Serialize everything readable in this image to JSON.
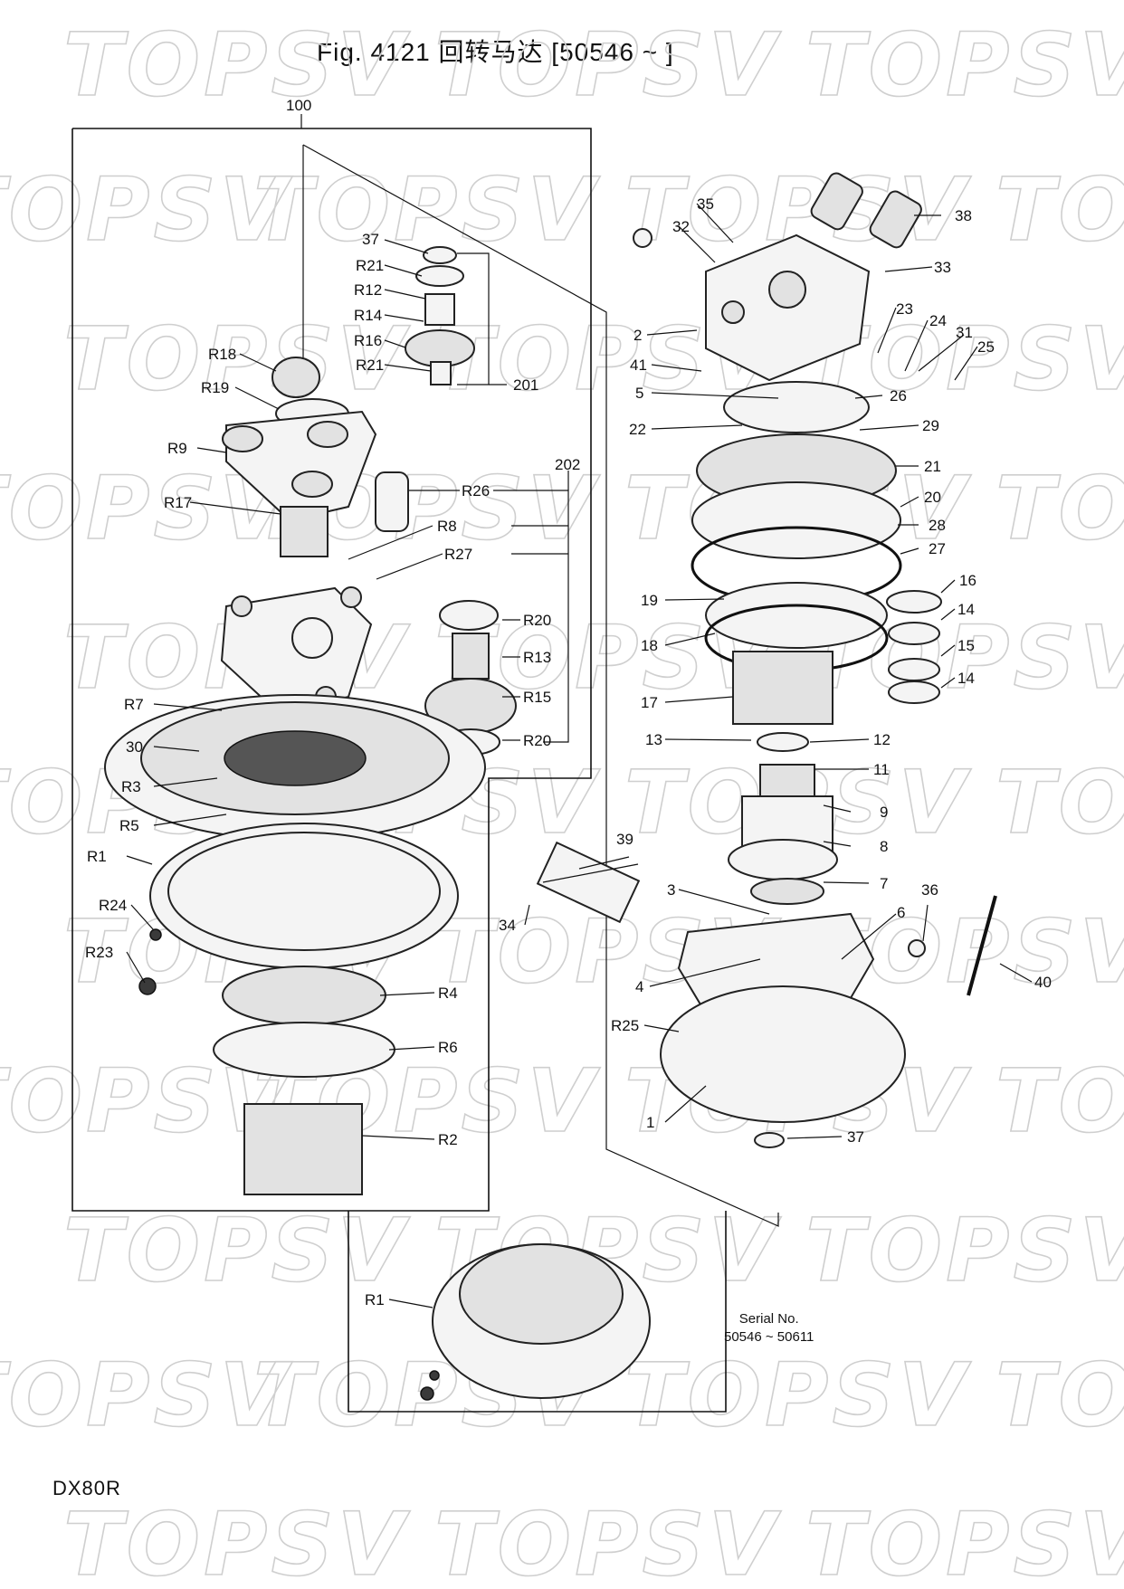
{
  "title": "Fig. 4121 回转马达 [50546 ~ ]",
  "footer_model": "DX80R",
  "serial": {
    "label": "Serial No.",
    "range": "50546 ~ 50611"
  },
  "watermark": "TOPSV",
  "group_labels": {
    "g100": "100",
    "g201": "201",
    "g202": "202"
  },
  "labels": {
    "l37a": "37",
    "lR21a": "R21",
    "lR12": "R12",
    "lR14": "R14",
    "lR16": "R16",
    "lR21b": "R21",
    "lR18": "R18",
    "lR19": "R19",
    "lR9": "R9",
    "lR17": "R17",
    "lR26": "R26",
    "lR8": "R8",
    "lR27": "R27",
    "lR20a": "R20",
    "lR13": "R13",
    "lR15": "R15",
    "lR20b": "R20",
    "lR7": "R7",
    "l30": "30",
    "lR3": "R3",
    "lR5": "R5",
    "lR1": "R1",
    "lR24": "R24",
    "lR23": "R23",
    "lR4": "R4",
    "lR6": "R6",
    "lR2": "R2",
    "lR1b": "R1",
    "l35": "35",
    "l32": "32",
    "l38": "38",
    "l33": "33",
    "l2": "2",
    "l23": "23",
    "l24": "24",
    "l31": "31",
    "l25": "25",
    "l41": "41",
    "l5": "5",
    "l26": "26",
    "l22": "22",
    "l29": "29",
    "l21": "21",
    "l20": "20",
    "l28": "28",
    "l27": "27",
    "l16": "16",
    "l14a": "14",
    "l15": "15",
    "l14b": "14",
    "l19": "19",
    "l18": "18",
    "l17": "17",
    "l13": "13",
    "l12": "12",
    "l11": "11",
    "l9": "9",
    "l8": "8",
    "l7": "7",
    "l3": "3",
    "l36": "36",
    "l6": "6",
    "l39": "39",
    "l34": "34",
    "l4": "4",
    "l40": "40",
    "lR25": "R25",
    "l1": "1",
    "l37b": "37"
  }
}
